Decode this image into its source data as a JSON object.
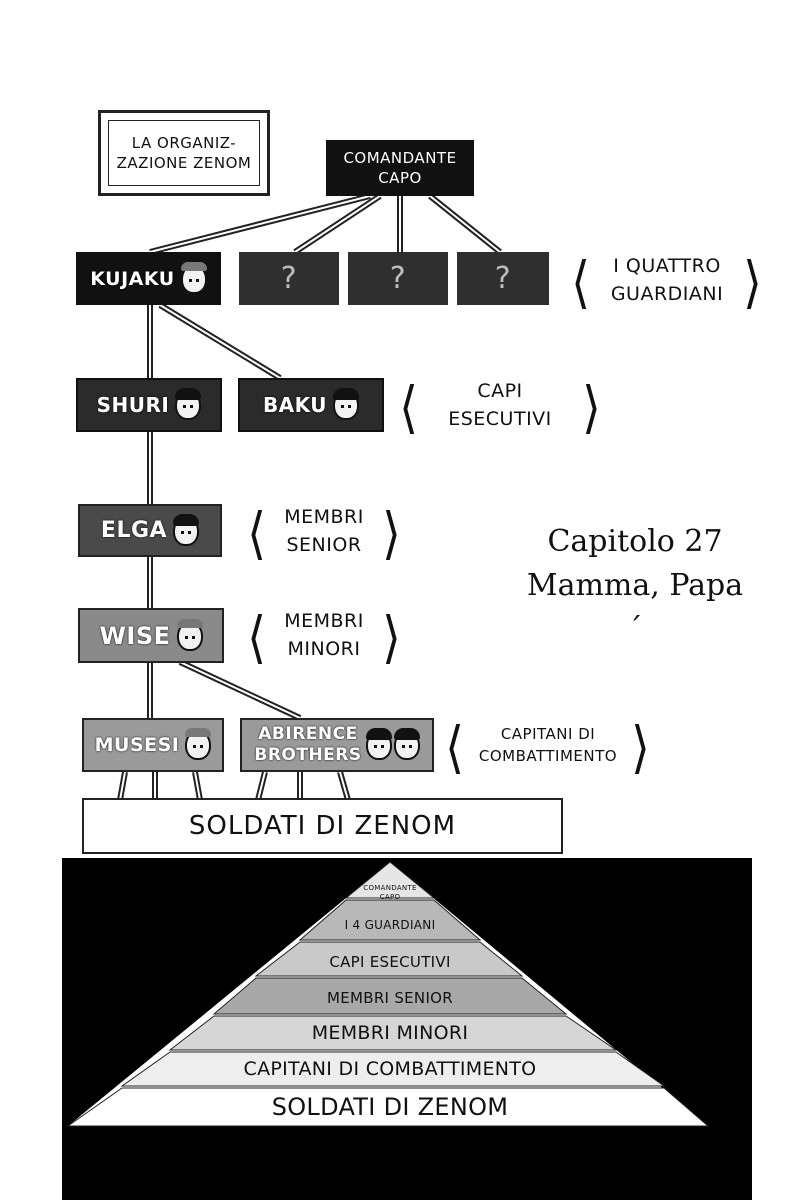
{
  "title": {
    "line1": "LA ORGANIZ-",
    "line2": "ZAZIONE ZENOM"
  },
  "commander": {
    "line1": "COMANDANTE",
    "line2": "CAPO"
  },
  "guardians": {
    "kujaku": "KUJAKU",
    "unknown": "?"
  },
  "categories": {
    "quattro_line1": "I QUATTRO",
    "quattro_line2": "GUARDIANI",
    "capi_line1": "CAPI",
    "capi_line2": "ESECUTIVI",
    "senior_line1": "MEMBRI",
    "senior_line2": "SENIOR",
    "minori_line1": "MEMBRI",
    "minori_line2": "MINORI",
    "capitani_line1": "CAPITANI DI",
    "capitani_line2": "COMBATTIMENTO",
    "bracket_open": "❬",
    "bracket_close": "❭"
  },
  "members": {
    "shuri": "SHURI",
    "baku": "BAKU",
    "elga": "ELGA",
    "wise": "WISE",
    "musesi": "MUSESI",
    "abirence_line1": "ABIRENCE",
    "abirence_line2": "BROTHERS"
  },
  "soldiers": "SOLDATI DI ZENOM",
  "chapter": {
    "line1": "Capitolo 27",
    "line2": "Mamma, Papa´"
  },
  "pyramid": {
    "tier1_line1": "COMANDANTE",
    "tier1_line2": "CAPO",
    "tier2": "I 4 GUARDIANI",
    "tier3": "CAPI ESECUTIVI",
    "tier4": "MEMBRI SENIOR",
    "tier5": "MEMBRI MINORI",
    "tier6": "CAPITANI DI COMBATTIMENTO",
    "tier7": "SOLDATI DI ZENOM"
  }
}
